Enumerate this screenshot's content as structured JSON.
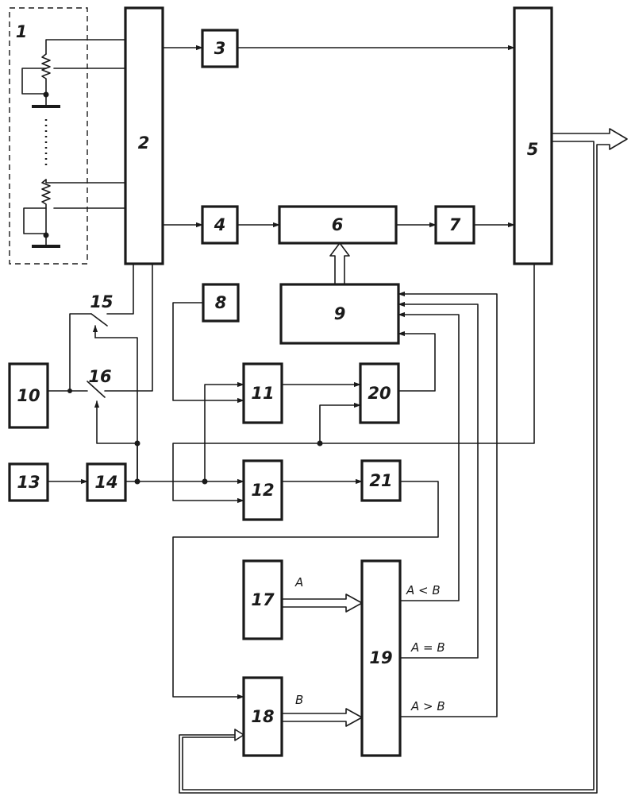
{
  "blocks": {
    "b1": "1",
    "b2": "2",
    "b3": "3",
    "b4": "4",
    "b5": "5",
    "b6": "6",
    "b7": "7",
    "b8": "8",
    "b9": "9",
    "b10": "10",
    "b11": "11",
    "b12": "12",
    "b13": "13",
    "b14": "14",
    "b15": "15",
    "b16": "16",
    "b17": "17",
    "b18": "18",
    "b19": "19",
    "b20": "20",
    "b21": "21"
  },
  "signals": {
    "a": "A",
    "b": "B",
    "a_lt_b": "A < B",
    "a_eq_b": "A = B",
    "a_gt_b": "A > B"
  }
}
